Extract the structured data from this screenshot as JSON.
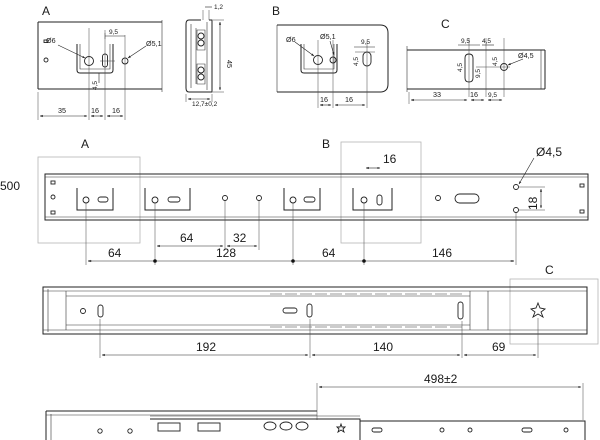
{
  "detail_views": {
    "a": {
      "label": "A",
      "hole_large": "Ø6",
      "hole_small": "Ø5,1",
      "dim_top": "9,5",
      "dim_vertical": "4,5",
      "dim_left": "35",
      "dim_mid_1": "16",
      "dim_mid_2": "16"
    },
    "b": {
      "label": "B",
      "hole_large": "Ø6",
      "hole_small": "Ø5,1",
      "dim_top": "9,5",
      "dim_vertical": "4,5",
      "dim_mid_1": "16",
      "dim_mid_2": "16"
    },
    "c": {
      "label": "C",
      "hole": "Ø4,5",
      "dim_top_1": "9,5",
      "dim_top_2": "4,5",
      "dim_vert_1": "4,5",
      "dim_vert_2": "9,5",
      "dim_vert_3": "4,5",
      "dim_bottom_1": "33",
      "dim_bottom_2": "16",
      "dim_bottom_3": "9,5"
    },
    "profile": {
      "dim_top": "1,2",
      "dim_height": "45",
      "dim_width": "12,7±0,2"
    }
  },
  "main_rail": {
    "length": "500",
    "label_a": "A",
    "label_b": "B",
    "label_b_dim": "16",
    "hole": "Ø4,5",
    "dim_vertical": "18",
    "bottom_dims": {
      "first": "64",
      "second": "64",
      "third": "32",
      "total": "128",
      "fourth": "64",
      "last": "146"
    }
  },
  "second_rail": {
    "label_c": "C",
    "dims": {
      "first": "192",
      "second": "140",
      "third": "69"
    }
  },
  "extended_rail": {
    "extension": "498±2"
  }
}
